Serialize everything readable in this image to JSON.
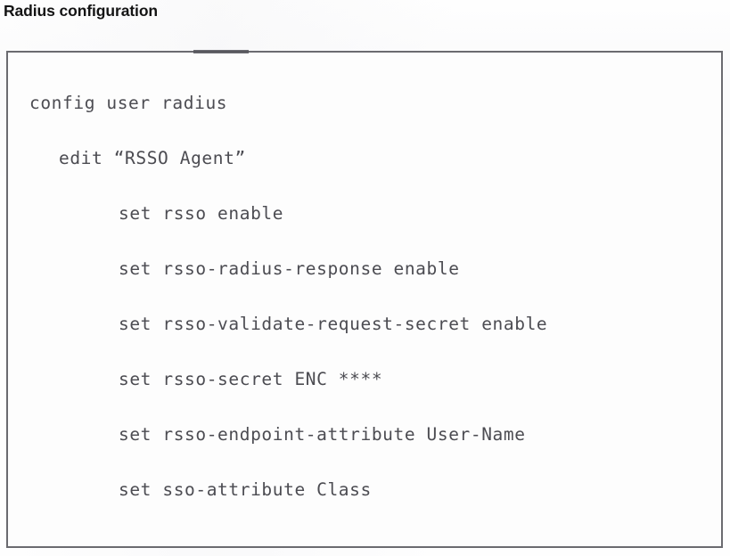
{
  "page": {
    "title": "Radius configuration"
  },
  "code_block": {
    "language": "fortios-cli",
    "lines": [
      {
        "indent": 0,
        "text": "config user radius"
      },
      {
        "indent": 1,
        "text": "edit “RSSO Agent”"
      },
      {
        "indent": 2,
        "text": "set rsso enable"
      },
      {
        "indent": 2,
        "text": "set rsso-radius-response enable"
      },
      {
        "indent": 2,
        "text": "set rsso-validate-request-secret enable"
      },
      {
        "indent": 2,
        "text": "set rsso-secret ENC ****"
      },
      {
        "indent": 2,
        "text": "set rsso-endpoint-attribute User-Name"
      },
      {
        "indent": 2,
        "text": "set sso-attribute Class"
      }
    ]
  },
  "colors": {
    "page_background": "#fefefe",
    "title_text": "#141414",
    "code_text": "#4c4c52",
    "frame_border": "#6b6b70",
    "code_background": "#fdfdfd"
  }
}
